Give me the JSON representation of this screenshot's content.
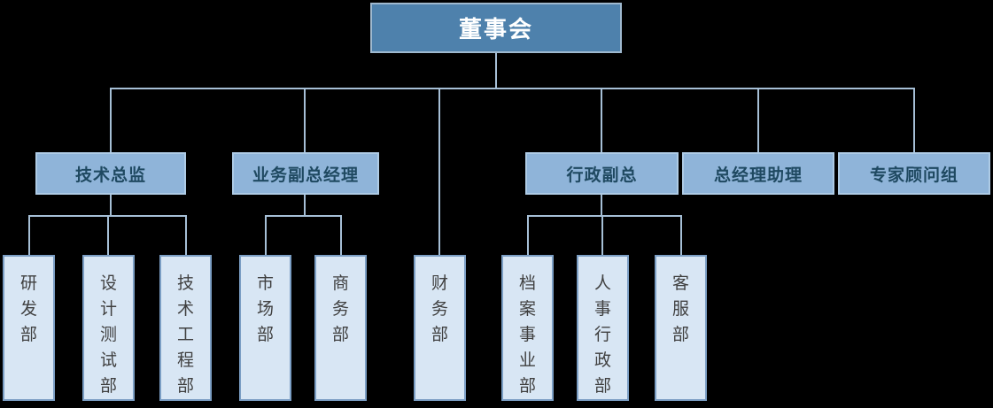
{
  "colors": {
    "canvas-bg": "#000000",
    "root-fill": "#4E81AC",
    "root-border": "#9FB9CF",
    "root-text": "#FFFFFF",
    "l2-fill": "#8FB4D9",
    "l2-border": "#AECBE5",
    "l2-text": "#1F4961",
    "l3-fill": "#D8E6F4",
    "l3-border": "#7B9EC4",
    "l3-text": "#404040",
    "line": "#A6BFD6"
  },
  "org": {
    "root": {
      "label": "董事会"
    },
    "level2": [
      {
        "label": "技术总监"
      },
      {
        "label": "业务副总经理"
      },
      {
        "label": "行政副总"
      },
      {
        "label": "总经理助理"
      },
      {
        "label": "专家顾问组"
      }
    ],
    "level3": [
      {
        "label": "研发部",
        "parent": "技术总监"
      },
      {
        "label": "设计测试部",
        "parent": "技术总监"
      },
      {
        "label": "技术工程部",
        "parent": "技术总监"
      },
      {
        "label": "市场部",
        "parent": "业务副总经理"
      },
      {
        "label": "商务部",
        "parent": "业务副总经理"
      },
      {
        "label": "财务部",
        "parent": "董事会"
      },
      {
        "label": "档案事业部",
        "parent": "行政副总"
      },
      {
        "label": "人事行政部",
        "parent": "行政副总"
      },
      {
        "label": "客服部",
        "parent": "行政副总"
      }
    ]
  }
}
